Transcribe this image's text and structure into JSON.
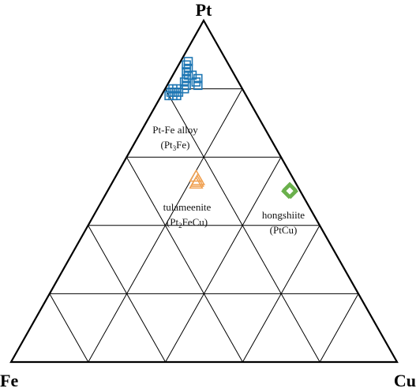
{
  "chart_data": {
    "type": "scatter",
    "subtype": "ternary",
    "vertices": {
      "top": "Pt",
      "left": "Fe",
      "right": "Cu"
    },
    "grid_divisions": 5,
    "annotations": [
      {
        "id": "ptfe",
        "line1": "Pt-Fe alloy",
        "line2_pre": "(Pt",
        "line2_sub": "3",
        "line2_post": "Fe)",
        "pt": 0.76,
        "fe": 0.19,
        "cu": 0.05
      },
      {
        "id": "tula",
        "line1": "tulameenite",
        "line2_pre": "(Pt",
        "line2_sub": "2",
        "line2_post": "FeCu)",
        "pt": 0.53,
        "fe": 0.25,
        "cu": 0.22
      },
      {
        "id": "hong",
        "line1": "hongshiite",
        "line2_pre": "(PtCu)",
        "line2_sub": "",
        "line2_post": "",
        "pt": 0.5,
        "fe": 0.02,
        "cu": 0.48
      }
    ],
    "series": [
      {
        "id": "ptfe-alloy",
        "marker": "square",
        "color": "#1f77b4",
        "points": [
          {
            "pt": 0.88,
            "fe": 0.1,
            "cu": 0.02
          },
          {
            "pt": 0.87,
            "fe": 0.11,
            "cu": 0.02
          },
          {
            "pt": 0.86,
            "fe": 0.11,
            "cu": 0.03
          },
          {
            "pt": 0.85,
            "fe": 0.12,
            "cu": 0.03
          },
          {
            "pt": 0.84,
            "fe": 0.12,
            "cu": 0.04
          },
          {
            "pt": 0.84,
            "fe": 0.11,
            "cu": 0.05
          },
          {
            "pt": 0.83,
            "fe": 0.13,
            "cu": 0.04
          },
          {
            "pt": 0.83,
            "fe": 0.1,
            "cu": 0.07
          },
          {
            "pt": 0.82,
            "fe": 0.14,
            "cu": 0.04
          },
          {
            "pt": 0.82,
            "fe": 0.11,
            "cu": 0.07
          },
          {
            "pt": 0.81,
            "fe": 0.14,
            "cu": 0.05
          },
          {
            "pt": 0.81,
            "fe": 0.11,
            "cu": 0.08
          },
          {
            "pt": 0.8,
            "fe": 0.15,
            "cu": 0.05
          },
          {
            "pt": 0.8,
            "fe": 0.18,
            "cu": 0.02
          },
          {
            "pt": 0.8,
            "fe": 0.17,
            "cu": 0.03
          },
          {
            "pt": 0.79,
            "fe": 0.19,
            "cu": 0.02
          },
          {
            "pt": 0.79,
            "fe": 0.18,
            "cu": 0.03
          },
          {
            "pt": 0.79,
            "fe": 0.17,
            "cu": 0.04
          },
          {
            "pt": 0.78,
            "fe": 0.2,
            "cu": 0.02
          },
          {
            "pt": 0.78,
            "fe": 0.19,
            "cu": 0.03
          },
          {
            "pt": 0.78,
            "fe": 0.18,
            "cu": 0.04
          }
        ]
      },
      {
        "id": "tulameenite",
        "marker": "triangle",
        "color": "#f0a050",
        "points": [
          {
            "pt": 0.54,
            "fe": 0.25,
            "cu": 0.21
          },
          {
            "pt": 0.53,
            "fe": 0.25,
            "cu": 0.22
          },
          {
            "pt": 0.52,
            "fe": 0.26,
            "cu": 0.22
          },
          {
            "pt": 0.525,
            "fe": 0.255,
            "cu": 0.22
          }
        ]
      },
      {
        "id": "hongshiite",
        "marker": "diamond",
        "color": "#6ab04c",
        "points": [
          {
            "pt": 0.5,
            "fe": 0.03,
            "cu": 0.47
          },
          {
            "pt": 0.5,
            "fe": 0.025,
            "cu": 0.475
          },
          {
            "pt": 0.505,
            "fe": 0.025,
            "cu": 0.47
          }
        ]
      }
    ]
  }
}
